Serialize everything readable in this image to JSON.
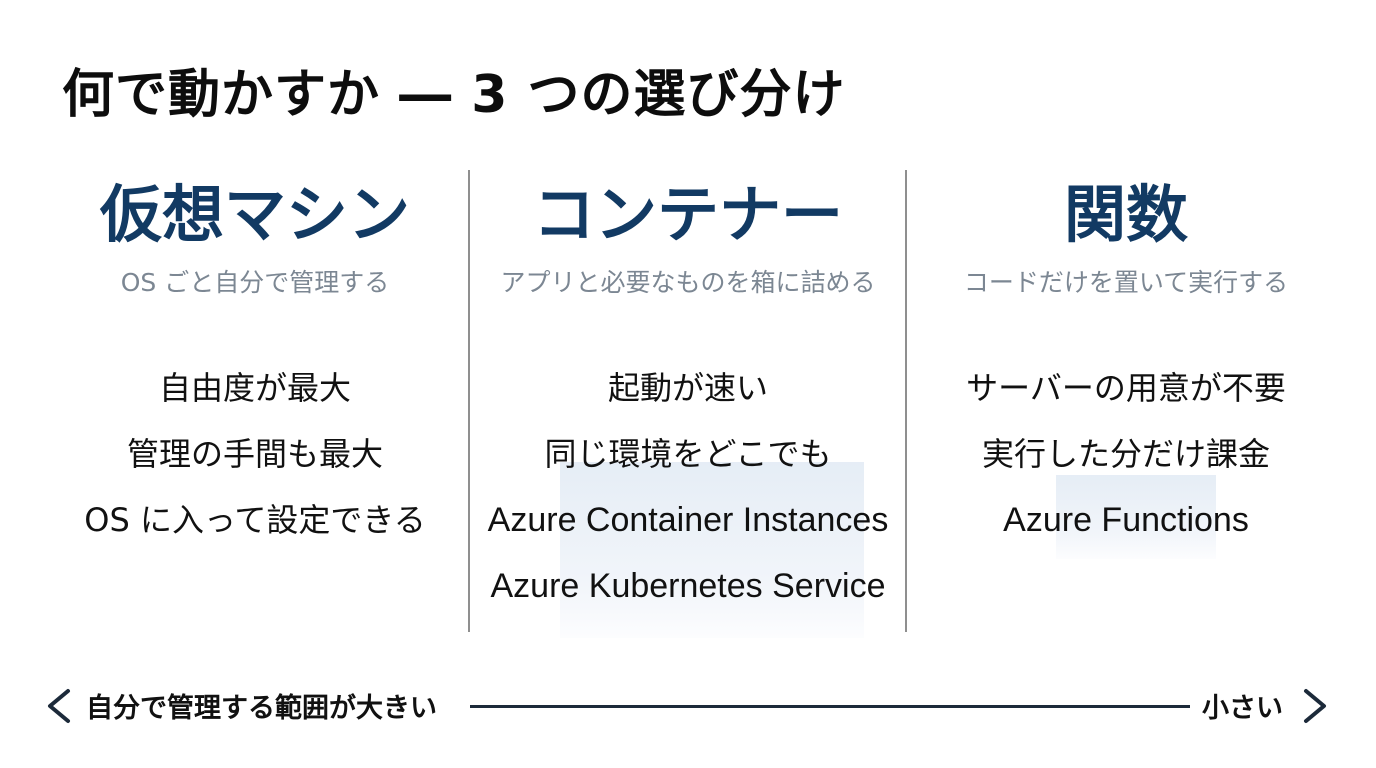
{
  "slide": {
    "title": "何で動かすか ― 3 つの選び分け"
  },
  "columns": [
    {
      "heading": "仮想マシン",
      "subtitle": "OS ごと自分で管理する",
      "points": [
        "自由度が最大",
        "管理の手間も最大",
        "OS に入って設定できる"
      ]
    },
    {
      "heading": "コンテナー",
      "subtitle": "アプリと必要なものを箱に詰める",
      "points": [
        "起動が速い",
        "同じ環境をどこでも",
        "Azure Container Instances",
        "Azure Kubernetes Service"
      ]
    },
    {
      "heading": "関数",
      "subtitle": "コードだけを置いて実行する",
      "points": [
        "サーバーの用意が不要",
        "実行した分だけ課金",
        "Azure Functions"
      ]
    }
  ],
  "scale": {
    "left_label": "自分で管理する範囲が大きい",
    "right_label": "小さい",
    "left_icon": "chevron-left-icon",
    "right_icon": "chevron-right-icon"
  },
  "colors": {
    "heading": "#123a63",
    "subtitle": "#7c8793",
    "divider": "#8f8f8f",
    "scale_line": "#1c2a3a"
  }
}
